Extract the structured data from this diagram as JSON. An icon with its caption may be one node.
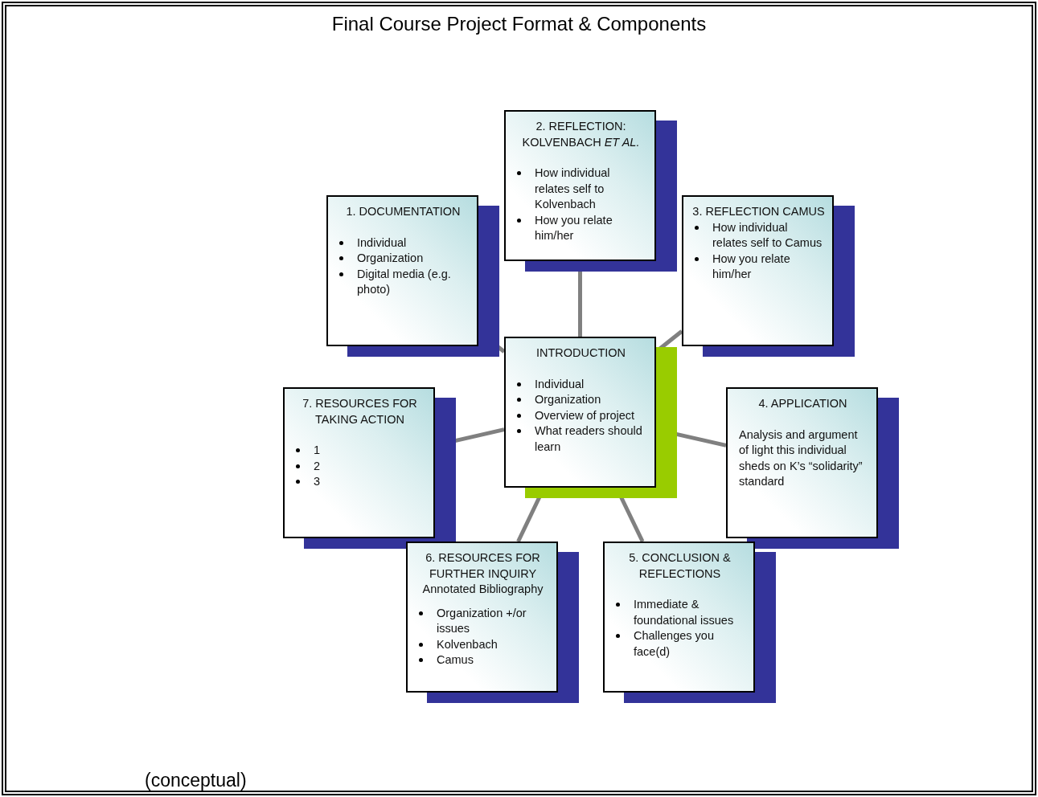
{
  "diagram": {
    "title": "Final Course Project Format & Components",
    "nodes": [
      {
        "text": [
          "2. REFLECTION: KOLVENBACH *ET AL.*",
          "How individual relates self to Kolvenbach",
          "How you relate him/her"
        ]
      },
      {
        "text": [
          "1. DOCUMENTATION",
          "Individual",
          "Organization",
          "Digital media (e.g. photo)"
        ]
      },
      {
        "text": [
          "3. REFLECTION CAMUS",
          "How individual relates self to Camus",
          "How you relate him/her"
        ]
      },
      {
        "text": [
          "INTRODUCTION",
          "Individual",
          "Organization",
          "Overview of project",
          "What readers should learn"
        ]
      },
      {
        "text": [
          "7. RESOURCES FOR TAKING ACTION",
          "1",
          "2",
          "3"
        ]
      },
      {
        "text": [
          "4. APPLICATION",
          "Analysis and argument of light this individual sheds on K’s “solidarity” standard"
        ]
      },
      {
        "text": [
          "6. RESOURCES FOR FURTHER INQUIRY",
          "Annotated Bibliography",
          "Organization +/or issues",
          "Kolvenbach",
          "Camus"
        ]
      },
      {
        "text": [
          "5. CONCLUSION & REFLECTIONS",
          "Immediate & foundational issues",
          "Challenges you face(d)"
        ]
      }
    ],
    "edges": [
      {
        "from": 3,
        "to": 0,
        "arrow": "none"
      },
      {
        "from": 3,
        "to": 1,
        "arrow": "none"
      },
      {
        "from": 3,
        "to": 2,
        "arrow": "none"
      },
      {
        "from": 3,
        "to": 4,
        "arrow": "none"
      },
      {
        "from": 3,
        "to": 5,
        "arrow": "none"
      },
      {
        "from": 3,
        "to": 6,
        "arrow": "none"
      },
      {
        "from": 3,
        "to": 7,
        "arrow": "none"
      }
    ],
    "labels": [
      "(conceptual)"
    ]
  }
}
